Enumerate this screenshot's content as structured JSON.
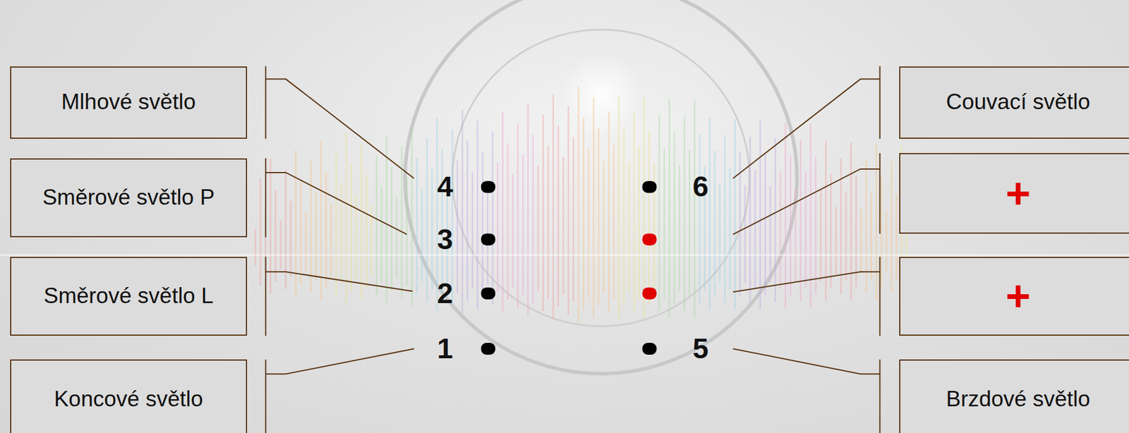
{
  "diagram": {
    "nodes": [
      {
        "text": [
          "Mlhové světlo"
        ]
      },
      {
        "text": [
          "Směrové světlo P"
        ]
      },
      {
        "text": [
          "Směrové světlo L"
        ]
      },
      {
        "text": [
          "Koncové světlo"
        ]
      },
      {
        "text": [
          "Couvací světlo"
        ]
      },
      {
        "text": [
          "+"
        ]
      },
      {
        "text": [
          "+"
        ]
      },
      {
        "text": [
          "Brzdové světlo"
        ]
      }
    ],
    "labels": [
      "4",
      "3",
      "2",
      "1",
      "6",
      "5"
    ]
  }
}
